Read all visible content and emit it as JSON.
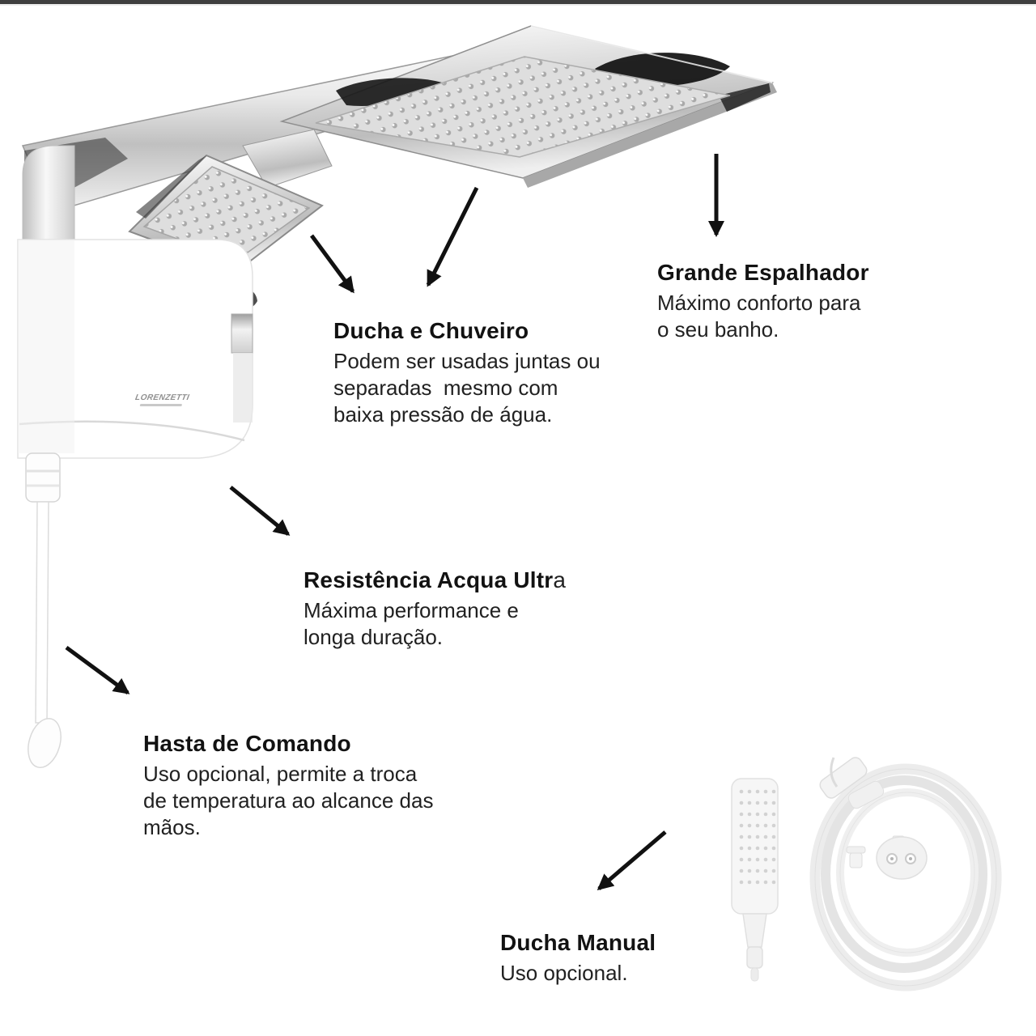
{
  "page": {
    "background": "#ffffff",
    "top_bar_color": "#3f3f3f"
  },
  "product": {
    "brand": "LORENZETTI"
  },
  "annotations": [
    {
      "id": "grande-espalhador",
      "title": "Grande Espalhador",
      "lines": [
        "Máximo conforto para",
        "o seu banho."
      ]
    },
    {
      "id": "ducha-e-chuveiro",
      "title": "Ducha e Chuveiro",
      "lines": [
        "Podem ser usadas juntas ou",
        "separadas  mesmo com",
        "baixa pressão de água."
      ]
    },
    {
      "id": "resistencia-acqua-ultra",
      "title_bold": "Resistência Acqua Ultr",
      "title_regular": "a",
      "lines": [
        "Máxima performance e",
        "longa duração."
      ]
    },
    {
      "id": "hasta-de-comando",
      "title": "Hasta de Comando",
      "lines": [
        "Uso opcional, permite a troca",
        "de temperatura ao alcance das",
        "mãos."
      ]
    },
    {
      "id": "ducha-manual",
      "title": "Ducha Manual",
      "lines": [
        "Uso opcional."
      ]
    }
  ],
  "colors": {
    "arrow": "#111111",
    "title_text": "#121212",
    "body_text": "#212121"
  }
}
